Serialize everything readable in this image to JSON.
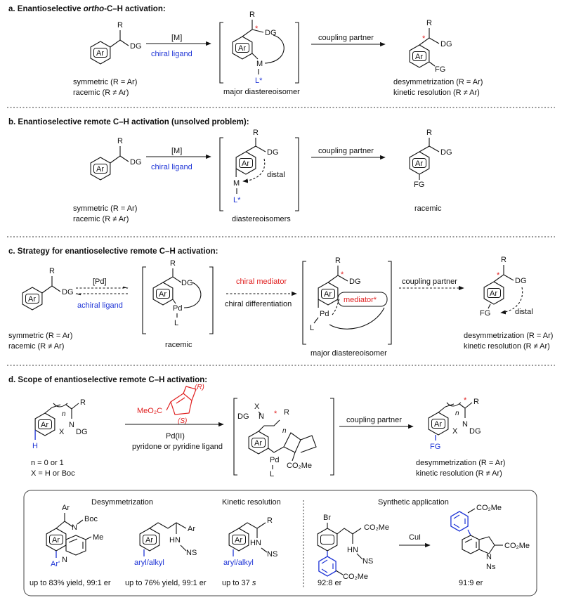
{
  "a": {
    "header_prefix": "a. Enantioselective ",
    "header_ortho": "ortho",
    "header_suffix": "-C–H activation:",
    "reagent_top": "[M]",
    "reagent_bottom": "chiral ligand",
    "coupling": "coupling partner",
    "left_line1": "symmetric  (R = Ar)",
    "left_line2": "racemic (R ≠ Ar)",
    "mid_caption": "major diastereoisomer",
    "right_line1": "desymmetrization  (R = Ar)",
    "right_line2": "kinetic resolution (R ≠ Ar)"
  },
  "b": {
    "header": "b. Enantioselective remote C–H activation (unsolved problem):",
    "reagent_top": "[M]",
    "reagent_bottom": "chiral ligand",
    "coupling": "coupling partner",
    "left_line1": "symmetric  (R = Ar)",
    "left_line2": "racemic (R ≠ Ar)",
    "mid_caption": "diastereoisomers",
    "distal": "distal",
    "right_caption": "racemic"
  },
  "c": {
    "header": "c. Strategy for enantioselective remote C–H activation:",
    "reagent_top": "[Pd]",
    "reagent_bottom": "achiral ligand",
    "mediator_top": "chiral mediator",
    "mediator_bottom": "chiral differentiation",
    "mediator_box": "mediator*",
    "coupling": "coupling partner",
    "left_line1": "symmetric  (R = Ar)",
    "left_line2": "racemic (R ≠ Ar)",
    "mid_caption": "racemic",
    "mid2_caption": "major diastereoisomer",
    "right_line1": "desymmetrization  (R = Ar)",
    "right_line2": "kinetic resolution (R ≠ Ar)",
    "distal": "distal"
  },
  "d": {
    "header": "d. Scope of enantioselective remote C–H activation:",
    "norbornene_ester": "MeO₂C",
    "norbornene_R": "(R)",
    "norbornene_S": "(S)",
    "reagent1": "Pd(II)",
    "reagent2": "pyridone or pyridine ligand",
    "coupling": "coupling partner",
    "left_line1": "n = 0 or 1",
    "left_line2": "X = H or Boc",
    "right_line1": "desymmetrization  (R = Ar)",
    "right_line2": "kinetic resolution (R ≠ Ar)",
    "co2me": "CO₂Me"
  },
  "box": {
    "desym_title": "Desymmetrization",
    "kr_title": "Kinetic resolution",
    "synth_title": "Synthetic application",
    "yield1": "up to 83% yield, 99:1 er",
    "yield2": "up to 76% yield, 99:1 er",
    "yield3_prefix": "up to 37 ",
    "yield3_s": "s",
    "er1": "92:8 er",
    "er2": "91:9 er",
    "aryl_alkyl": "aryl/alkyl",
    "cui": "CuI",
    "boc": "Boc",
    "me": "Me",
    "ns": "NS",
    "ns2": "Ns",
    "br": "Br",
    "co2me": "CO₂Me"
  },
  "labels": {
    "ar": "Ar",
    "ar_prime": "Ar'",
    "r": "R",
    "dg": "DG",
    "m": "M",
    "l": "L",
    "lstar": "L*",
    "pd": "Pd",
    "fg": "FG",
    "h": "H",
    "x": "X",
    "n": "N",
    "n_sub": "n",
    "star": "*",
    "hn": "HN"
  }
}
